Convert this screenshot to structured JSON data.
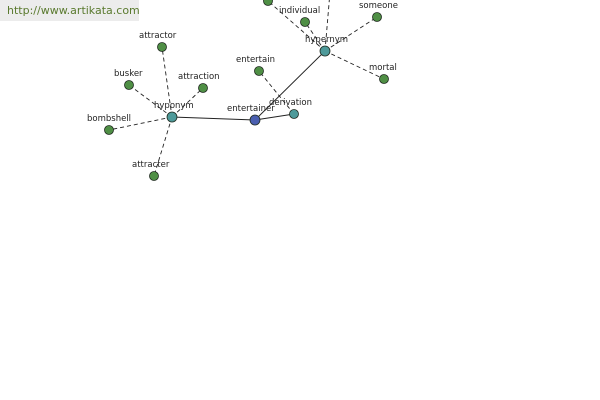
{
  "header": {
    "url": "http://www.artikata.com"
  },
  "colors": {
    "word_node": "#4f8f45",
    "relation_node": "#4e9a9a",
    "center_node": "#4a5fb0"
  },
  "graph": {
    "center": {
      "label": "entertainer",
      "color": "#4a5fb0"
    },
    "relations": [
      {
        "id": "hyponym",
        "label": "hyponym",
        "color": "#4e9a9a"
      },
      {
        "id": "derivation",
        "label": "derivation",
        "color": "#4e9a9a"
      },
      {
        "id": "hypernym",
        "label": "hypernym",
        "color": "#4e9a9a"
      }
    ],
    "words": [
      {
        "id": "attractor",
        "label": "attractor",
        "relation": "hyponym"
      },
      {
        "id": "busker",
        "label": "busker",
        "relation": "hyponym"
      },
      {
        "id": "attraction",
        "label": "attraction",
        "relation": "hyponym"
      },
      {
        "id": "bombshell",
        "label": "bombshell",
        "relation": "hyponym"
      },
      {
        "id": "attracter",
        "label": "attracter",
        "relation": "hyponym"
      },
      {
        "id": "entertain",
        "label": "entertain",
        "relation": "derivation"
      },
      {
        "id": "individual",
        "label": "individual",
        "relation": "hypernym"
      },
      {
        "id": "someone",
        "label": "someone",
        "relation": "hypernym"
      },
      {
        "id": "mortal",
        "label": "mortal",
        "relation": "hypernym"
      },
      {
        "id": "offscreen-1",
        "label": "",
        "relation": "hypernym"
      },
      {
        "id": "offscreen-2",
        "label": "",
        "relation": "hypernym"
      }
    ]
  }
}
